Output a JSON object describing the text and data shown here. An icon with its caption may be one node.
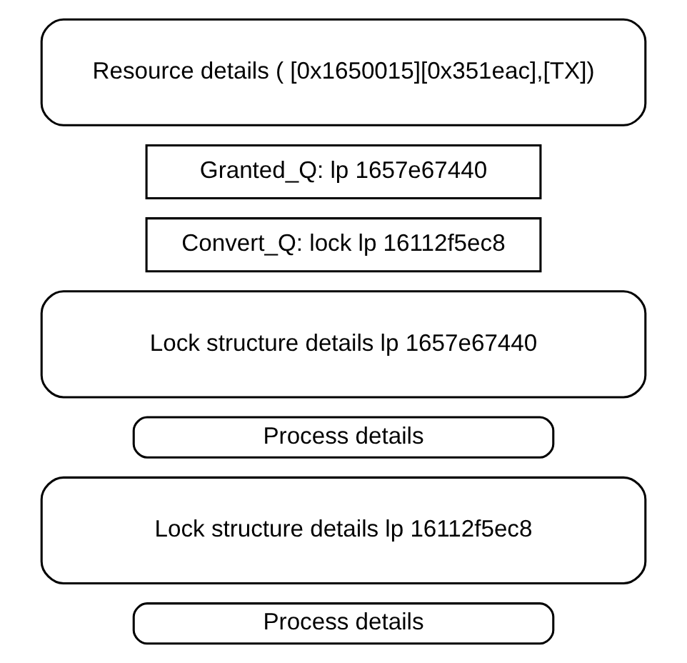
{
  "diagram": {
    "nodes": [
      {
        "text": [
          "Resource details ( [0x1650015][0x351eac],[TX])"
        ]
      },
      {
        "text": [
          "Granted_Q: lp 1657e67440"
        ]
      },
      {
        "text": [
          "Convert_Q: lock lp 16112f5ec8"
        ]
      },
      {
        "text": [
          "Lock structure details lp 1657e67440"
        ]
      },
      {
        "text": [
          "Process details"
        ]
      },
      {
        "text": [
          "Lock structure details lp 16112f5ec8"
        ]
      },
      {
        "text": [
          "Process details"
        ]
      }
    ]
  }
}
